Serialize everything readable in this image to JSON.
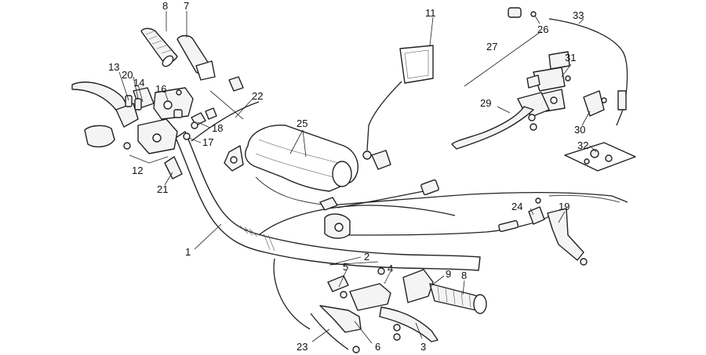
{
  "callouts": [
    {
      "id": "c1",
      "text": "1"
    },
    {
      "id": "c2",
      "text": "2"
    },
    {
      "id": "c3",
      "text": "3"
    },
    {
      "id": "c4",
      "text": "4"
    },
    {
      "id": "c5",
      "text": "5"
    },
    {
      "id": "c6",
      "text": "6"
    },
    {
      "id": "c7",
      "text": "7"
    },
    {
      "id": "c8a",
      "text": "8"
    },
    {
      "id": "c8b",
      "text": "8"
    },
    {
      "id": "c9",
      "text": "9"
    },
    {
      "id": "c11",
      "text": "11"
    },
    {
      "id": "c12",
      "text": "12"
    },
    {
      "id": "c13",
      "text": "13"
    },
    {
      "id": "c14",
      "text": "14"
    },
    {
      "id": "c16",
      "text": "16"
    },
    {
      "id": "c17",
      "text": "17"
    },
    {
      "id": "c18",
      "text": "18"
    },
    {
      "id": "c19",
      "text": "19"
    },
    {
      "id": "c20",
      "text": "20"
    },
    {
      "id": "c21",
      "text": "21"
    },
    {
      "id": "c22",
      "text": "22"
    },
    {
      "id": "c23",
      "text": "23"
    },
    {
      "id": "c24",
      "text": "24"
    },
    {
      "id": "c25",
      "text": "25"
    },
    {
      "id": "c26",
      "text": "26"
    },
    {
      "id": "c27",
      "text": "27"
    },
    {
      "id": "c29",
      "text": "29"
    },
    {
      "id": "c30",
      "text": "30"
    },
    {
      "id": "c31",
      "text": "31"
    },
    {
      "id": "c32",
      "text": "32"
    },
    {
      "id": "c33",
      "text": "33"
    }
  ]
}
